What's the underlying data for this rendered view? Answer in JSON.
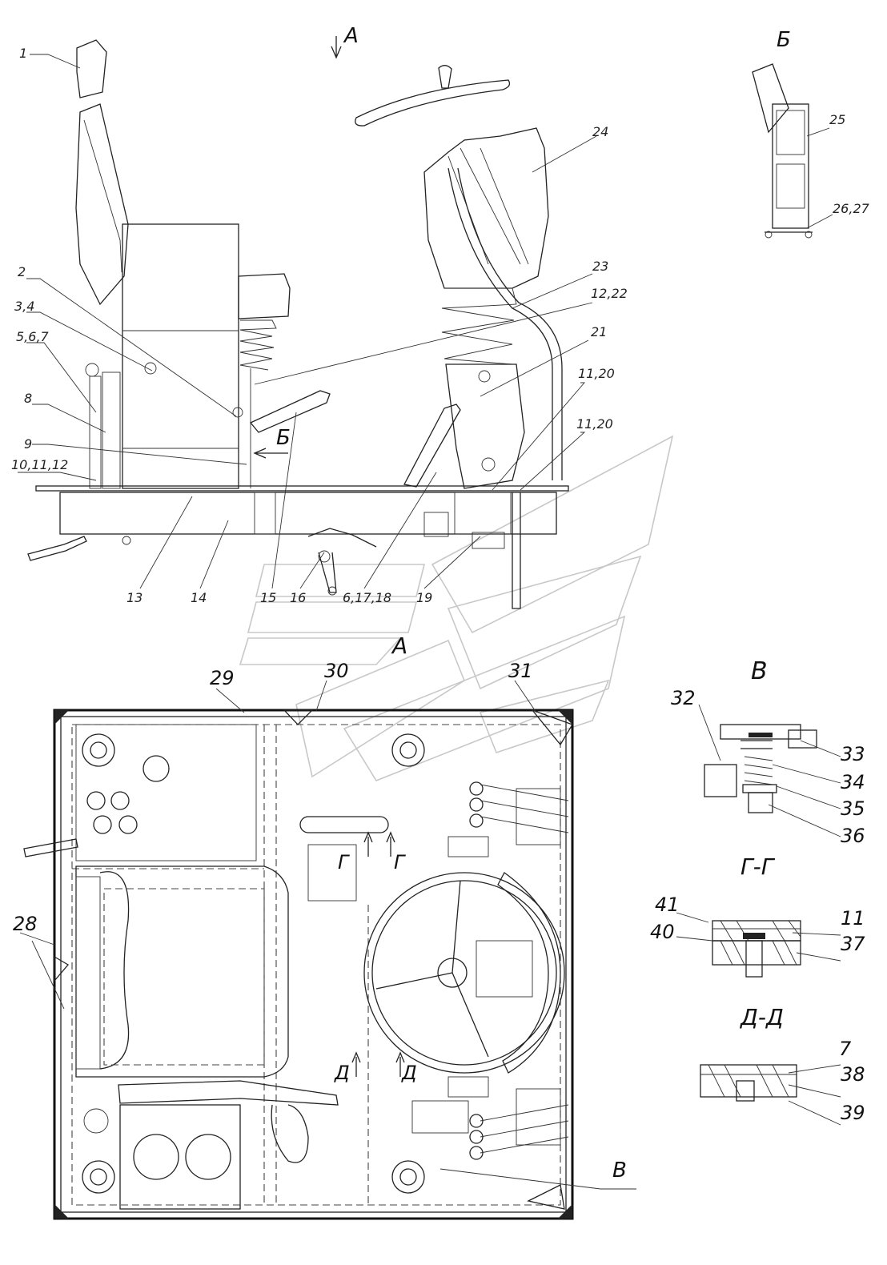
{
  "views": {
    "top_arrow": "А",
    "section_b": "Б",
    "plan_label": "А",
    "detail_v": "В",
    "section_g": "Г-Г",
    "section_d": "Д-Д",
    "cut_g": "Г",
    "cut_d": "Д"
  },
  "callouts": {
    "c1": "1",
    "c2": "2",
    "c3_4": "3,4",
    "c5_6_7": "5,6,7",
    "c8": "8",
    "c9": "9",
    "c10_11_12": "10,11,12",
    "c13": "13",
    "c14": "14",
    "c15": "15",
    "c16": "16",
    "c6_17_18": "6,17,18",
    "c19": "19",
    "c11_20_a": "11,20",
    "c11_20_b": "11,20",
    "c21": "21",
    "c12_22": "12,22",
    "c23": "23",
    "c24": "24",
    "c25": "25",
    "c26_27": "26,27",
    "c28": "28",
    "c29": "29",
    "c30": "30",
    "c31": "31",
    "c32": "32",
    "c33": "33",
    "c34": "34",
    "c35": "35",
    "c36": "36",
    "c41": "41",
    "c40": "40",
    "c11_sec": "11",
    "c37": "37",
    "c7": "7",
    "c38": "38",
    "c39": "39"
  }
}
